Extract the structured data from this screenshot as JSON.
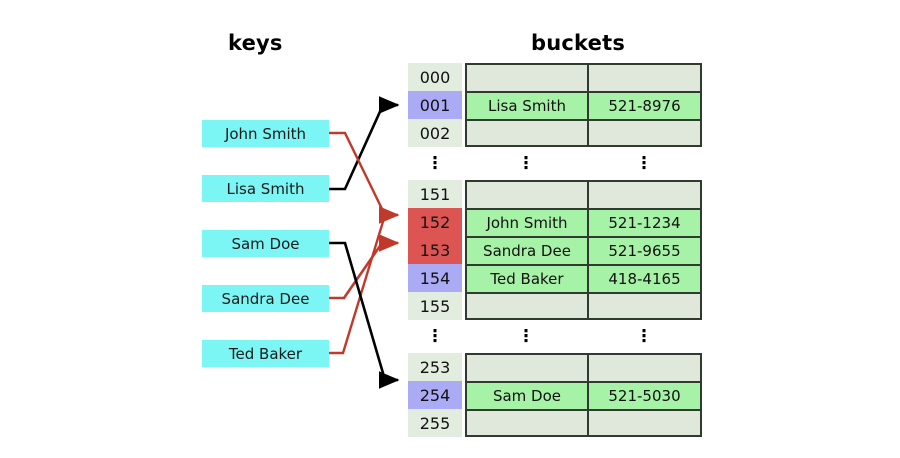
{
  "headings": {
    "keys": "keys",
    "buckets": "buckets"
  },
  "colors": {
    "key_box": "#7cf5f5",
    "index_default": "#e2ecdf",
    "index_collision": "#dc5553",
    "index_target": "#aaaaf5",
    "cell_empty": "#dfe8db",
    "cell_filled": "#a6f2a6",
    "border": "#2e3b2e",
    "arrow_black": "#000000",
    "arrow_red": "#c0392b"
  },
  "keys": [
    {
      "id": "john-smith",
      "label": "John Smith",
      "bucket": "152",
      "line": "red"
    },
    {
      "id": "lisa-smith",
      "label": "Lisa Smith",
      "bucket": "001",
      "line": "black"
    },
    {
      "id": "sam-doe",
      "label": "Sam Doe",
      "bucket": "254",
      "line": "black"
    },
    {
      "id": "sandra-dee",
      "label": "Sandra Dee",
      "bucket": "153",
      "line": "red"
    },
    {
      "id": "ted-baker",
      "label": "Ted Baker",
      "bucket": "152",
      "line": "red"
    }
  ],
  "ellipsis": "⋮",
  "buckets": {
    "blocks": [
      {
        "rows": [
          {
            "index": "000",
            "name": "",
            "phone": "",
            "filled": false,
            "highlight": "none"
          },
          {
            "index": "001",
            "name": "Lisa Smith",
            "phone": "521-8976",
            "filled": true,
            "highlight": "purple"
          },
          {
            "index": "002",
            "name": "",
            "phone": "",
            "filled": false,
            "highlight": "none"
          }
        ]
      },
      {
        "rows": [
          {
            "index": "151",
            "name": "",
            "phone": "",
            "filled": false,
            "highlight": "none"
          },
          {
            "index": "152",
            "name": "John Smith",
            "phone": "521-1234",
            "filled": true,
            "highlight": "red"
          },
          {
            "index": "153",
            "name": "Sandra Dee",
            "phone": "521-9655",
            "filled": true,
            "highlight": "red"
          },
          {
            "index": "154",
            "name": "Ted Baker",
            "phone": "418-4165",
            "filled": true,
            "highlight": "purple"
          },
          {
            "index": "155",
            "name": "",
            "phone": "",
            "filled": false,
            "highlight": "none"
          }
        ]
      },
      {
        "rows": [
          {
            "index": "253",
            "name": "",
            "phone": "",
            "filled": false,
            "highlight": "none"
          },
          {
            "index": "254",
            "name": "Sam Doe",
            "phone": "521-5030",
            "filled": true,
            "highlight": "purple"
          },
          {
            "index": "255",
            "name": "",
            "phone": "",
            "filled": false,
            "highlight": "none"
          }
        ]
      }
    ]
  }
}
